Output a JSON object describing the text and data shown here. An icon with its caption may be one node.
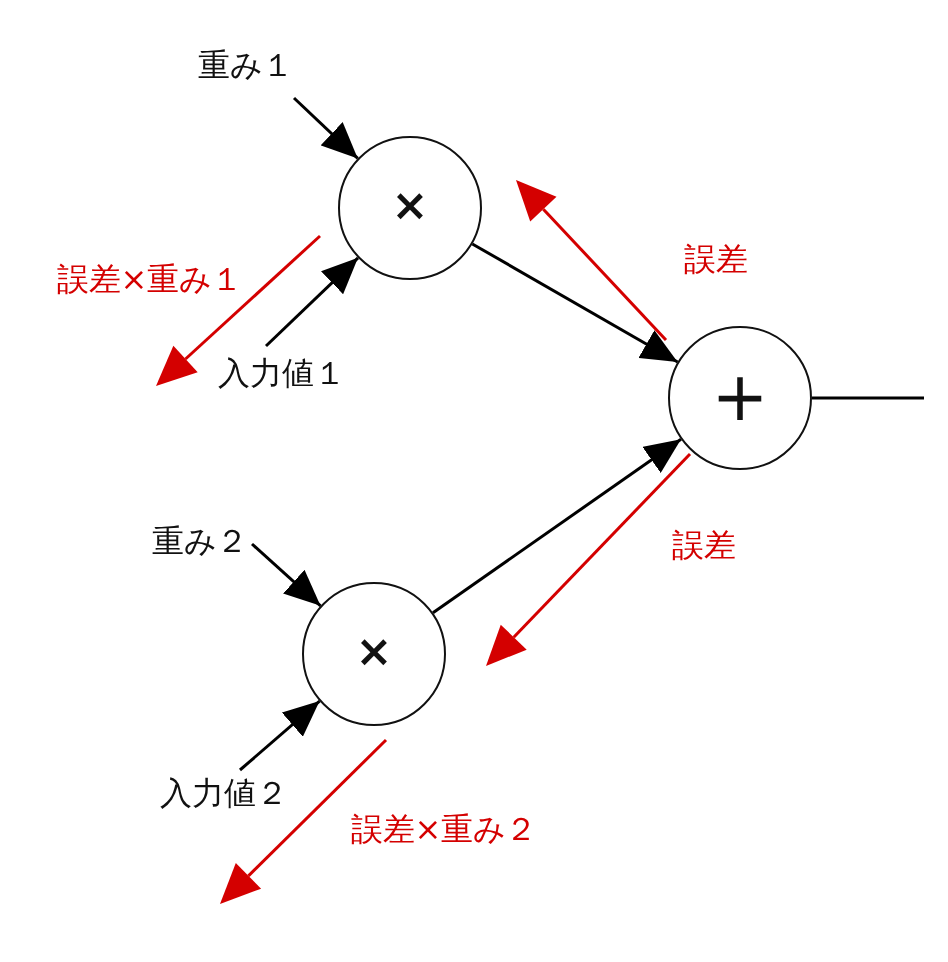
{
  "diagram": {
    "nodes": [
      {
        "text": [
          "重み１"
        ]
      },
      {
        "text": [
          "入力値１"
        ]
      },
      {
        "text": [
          "×"
        ]
      },
      {
        "text": [
          "重み２"
        ]
      },
      {
        "text": [
          "入力値２"
        ]
      },
      {
        "text": [
          "×"
        ]
      },
      {
        "text": [
          "+"
        ]
      }
    ],
    "edges": [
      {
        "from": 0,
        "to": 2,
        "arrow": "to"
      },
      {
        "from": 1,
        "to": 2,
        "arrow": "to"
      },
      {
        "from": 2,
        "to": 6,
        "arrow": "to"
      },
      {
        "from": 3,
        "to": 5,
        "arrow": "to"
      },
      {
        "from": 4,
        "to": 5,
        "arrow": "to"
      },
      {
        "from": 5,
        "to": 6,
        "arrow": "to"
      },
      {
        "from": 6,
        "to": null,
        "arrow": "none"
      }
    ],
    "labels": [
      "誤差",
      "誤差×重み１",
      "誤差",
      "誤差×重み２"
    ]
  }
}
